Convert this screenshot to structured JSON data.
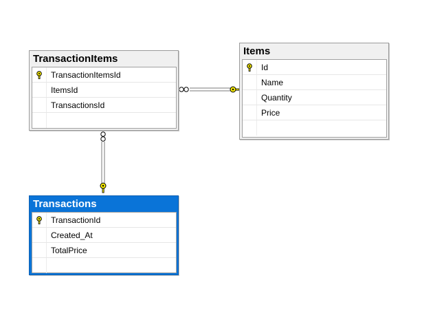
{
  "tables": {
    "transaction_items": {
      "title": "TransactionItems",
      "columns": [
        {
          "name": "TransactionItemsId",
          "primary_key": true
        },
        {
          "name": "ItemsId",
          "primary_key": false
        },
        {
          "name": "TransactionsId",
          "primary_key": false
        }
      ]
    },
    "items": {
      "title": "Items",
      "columns": [
        {
          "name": "Id",
          "primary_key": true
        },
        {
          "name": "Name",
          "primary_key": false
        },
        {
          "name": "Quantity",
          "primary_key": false
        },
        {
          "name": "Price",
          "primary_key": false
        }
      ]
    },
    "transactions": {
      "title": "Transactions",
      "selected": true,
      "columns": [
        {
          "name": "TransactionId",
          "primary_key": true
        },
        {
          "name": "Created_At",
          "primary_key": false
        },
        {
          "name": "TotalPrice",
          "primary_key": false
        }
      ]
    }
  },
  "relationships": [
    {
      "from": "TransactionItems",
      "to": "Items",
      "from_end": "many",
      "to_end": "one-key"
    },
    {
      "from": "TransactionItems",
      "to": "Transactions",
      "from_end": "many",
      "to_end": "one-key"
    }
  ],
  "colors": {
    "selected_header": "#0a74d8",
    "key_icon": "#f2e600",
    "connector": "#7a7a7a"
  }
}
